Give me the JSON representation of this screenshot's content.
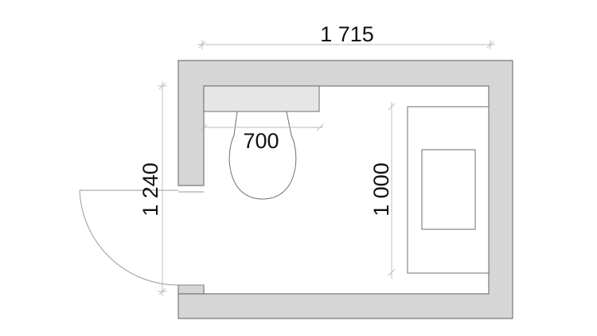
{
  "plan": {
    "dim_width": "1 715",
    "dim_height": "1 240",
    "dim_counter": "700",
    "dim_tub": "1 000"
  }
}
